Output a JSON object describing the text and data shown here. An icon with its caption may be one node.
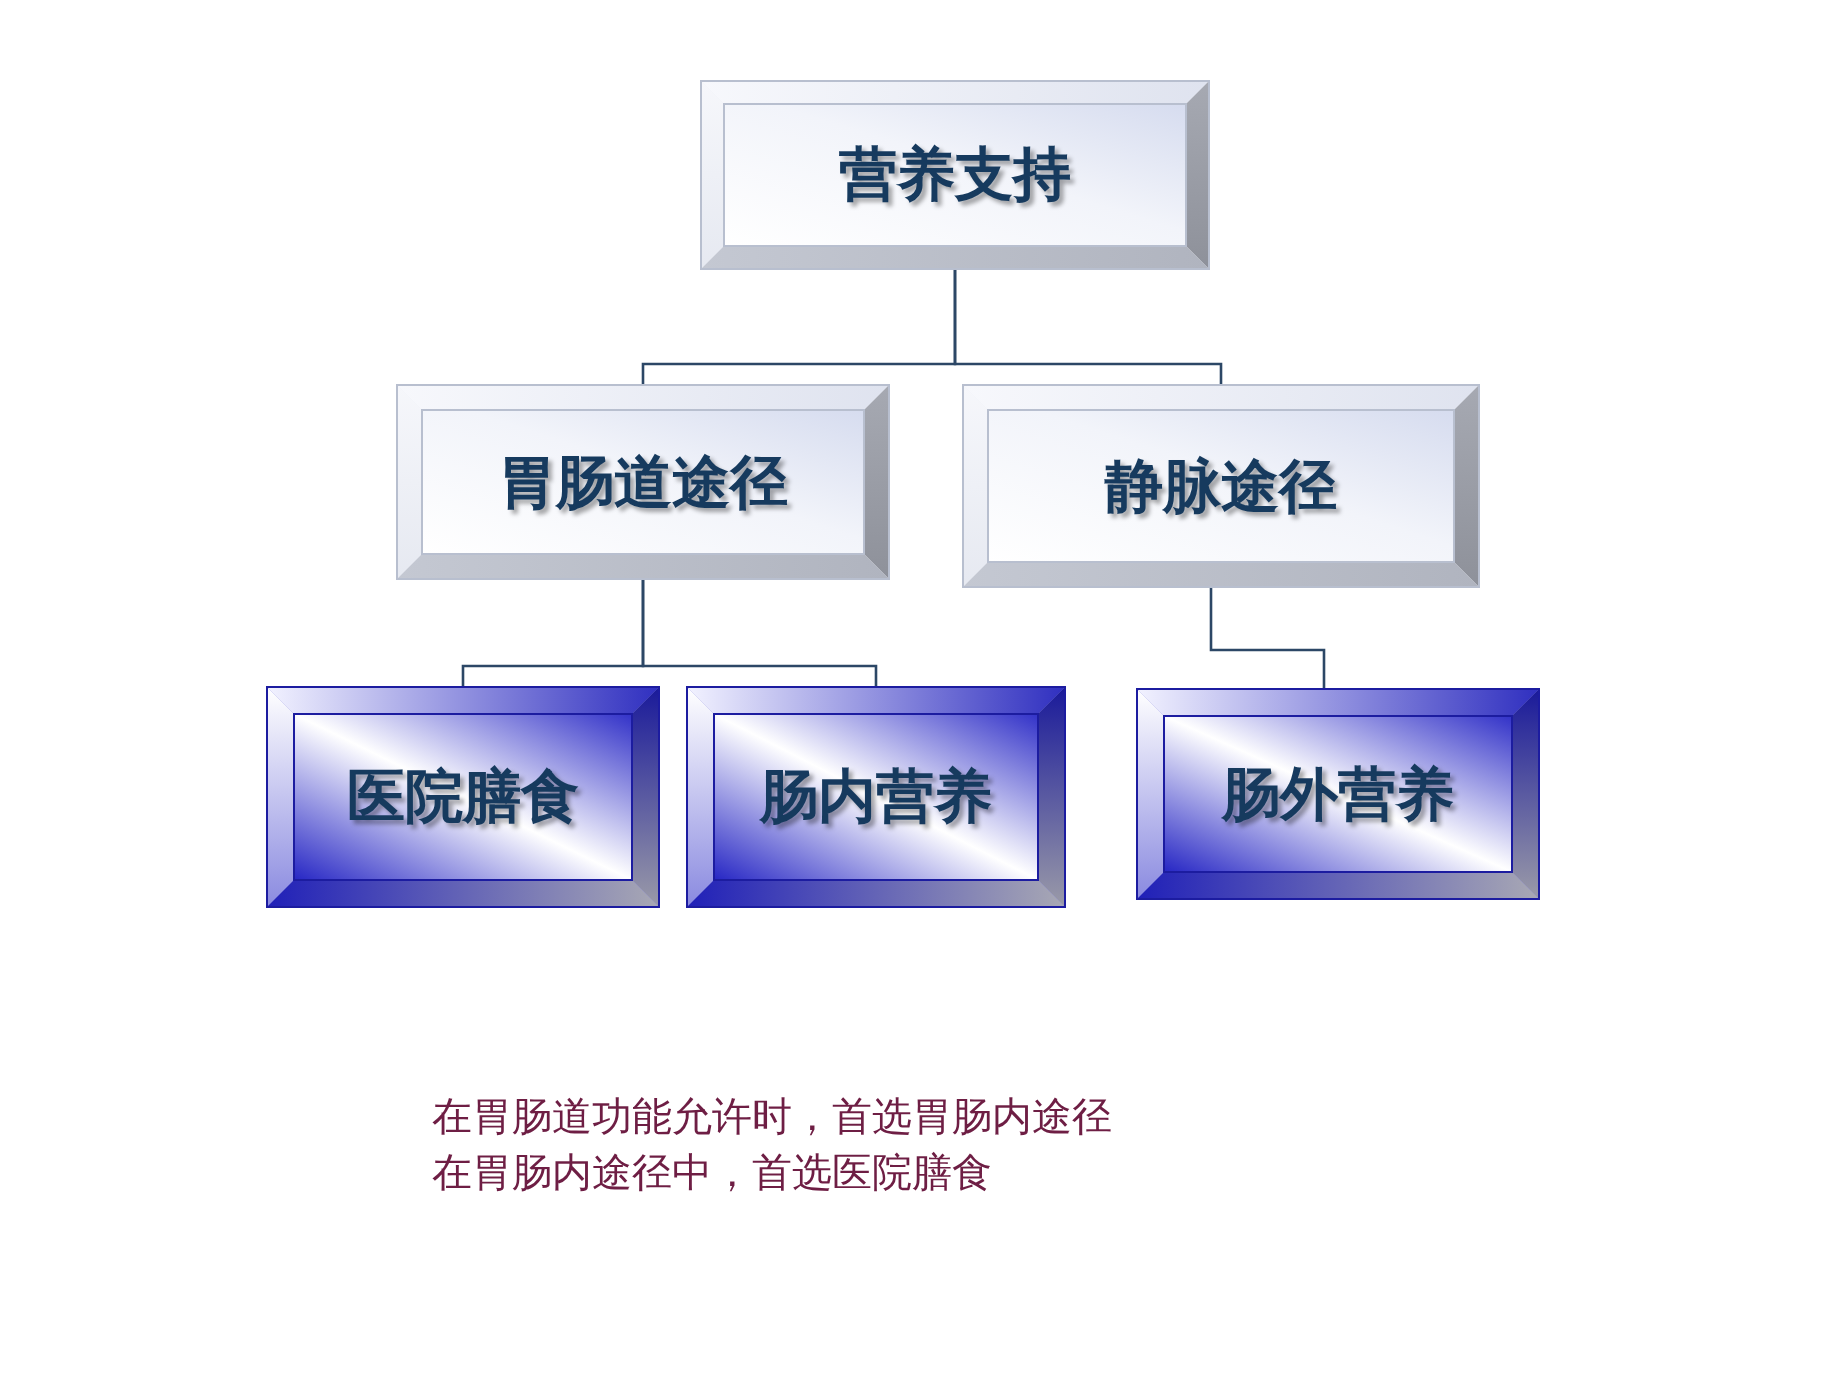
{
  "diagram": {
    "nodes": [
      {
        "text": [
          "营养支持"
        ]
      },
      {
        "text": [
          "胃肠道途径"
        ]
      },
      {
        "text": [
          "静脉途径"
        ]
      },
      {
        "text": [
          "医院膳食"
        ]
      },
      {
        "text": [
          "肠内营养"
        ]
      },
      {
        "text": [
          "肠外营养"
        ]
      }
    ],
    "edges": [
      {
        "from": 0,
        "to": 1,
        "arrow": "none"
      },
      {
        "from": 0,
        "to": 2,
        "arrow": "none"
      },
      {
        "from": 1,
        "to": 3,
        "arrow": "none"
      },
      {
        "from": 1,
        "to": 4,
        "arrow": "none"
      },
      {
        "from": 2,
        "to": 5,
        "arrow": "none"
      }
    ],
    "labels": [
      "在胃肠道功能允许时，首选胃肠内途径",
      "在胃肠内途径中，首选医院膳食"
    ]
  }
}
